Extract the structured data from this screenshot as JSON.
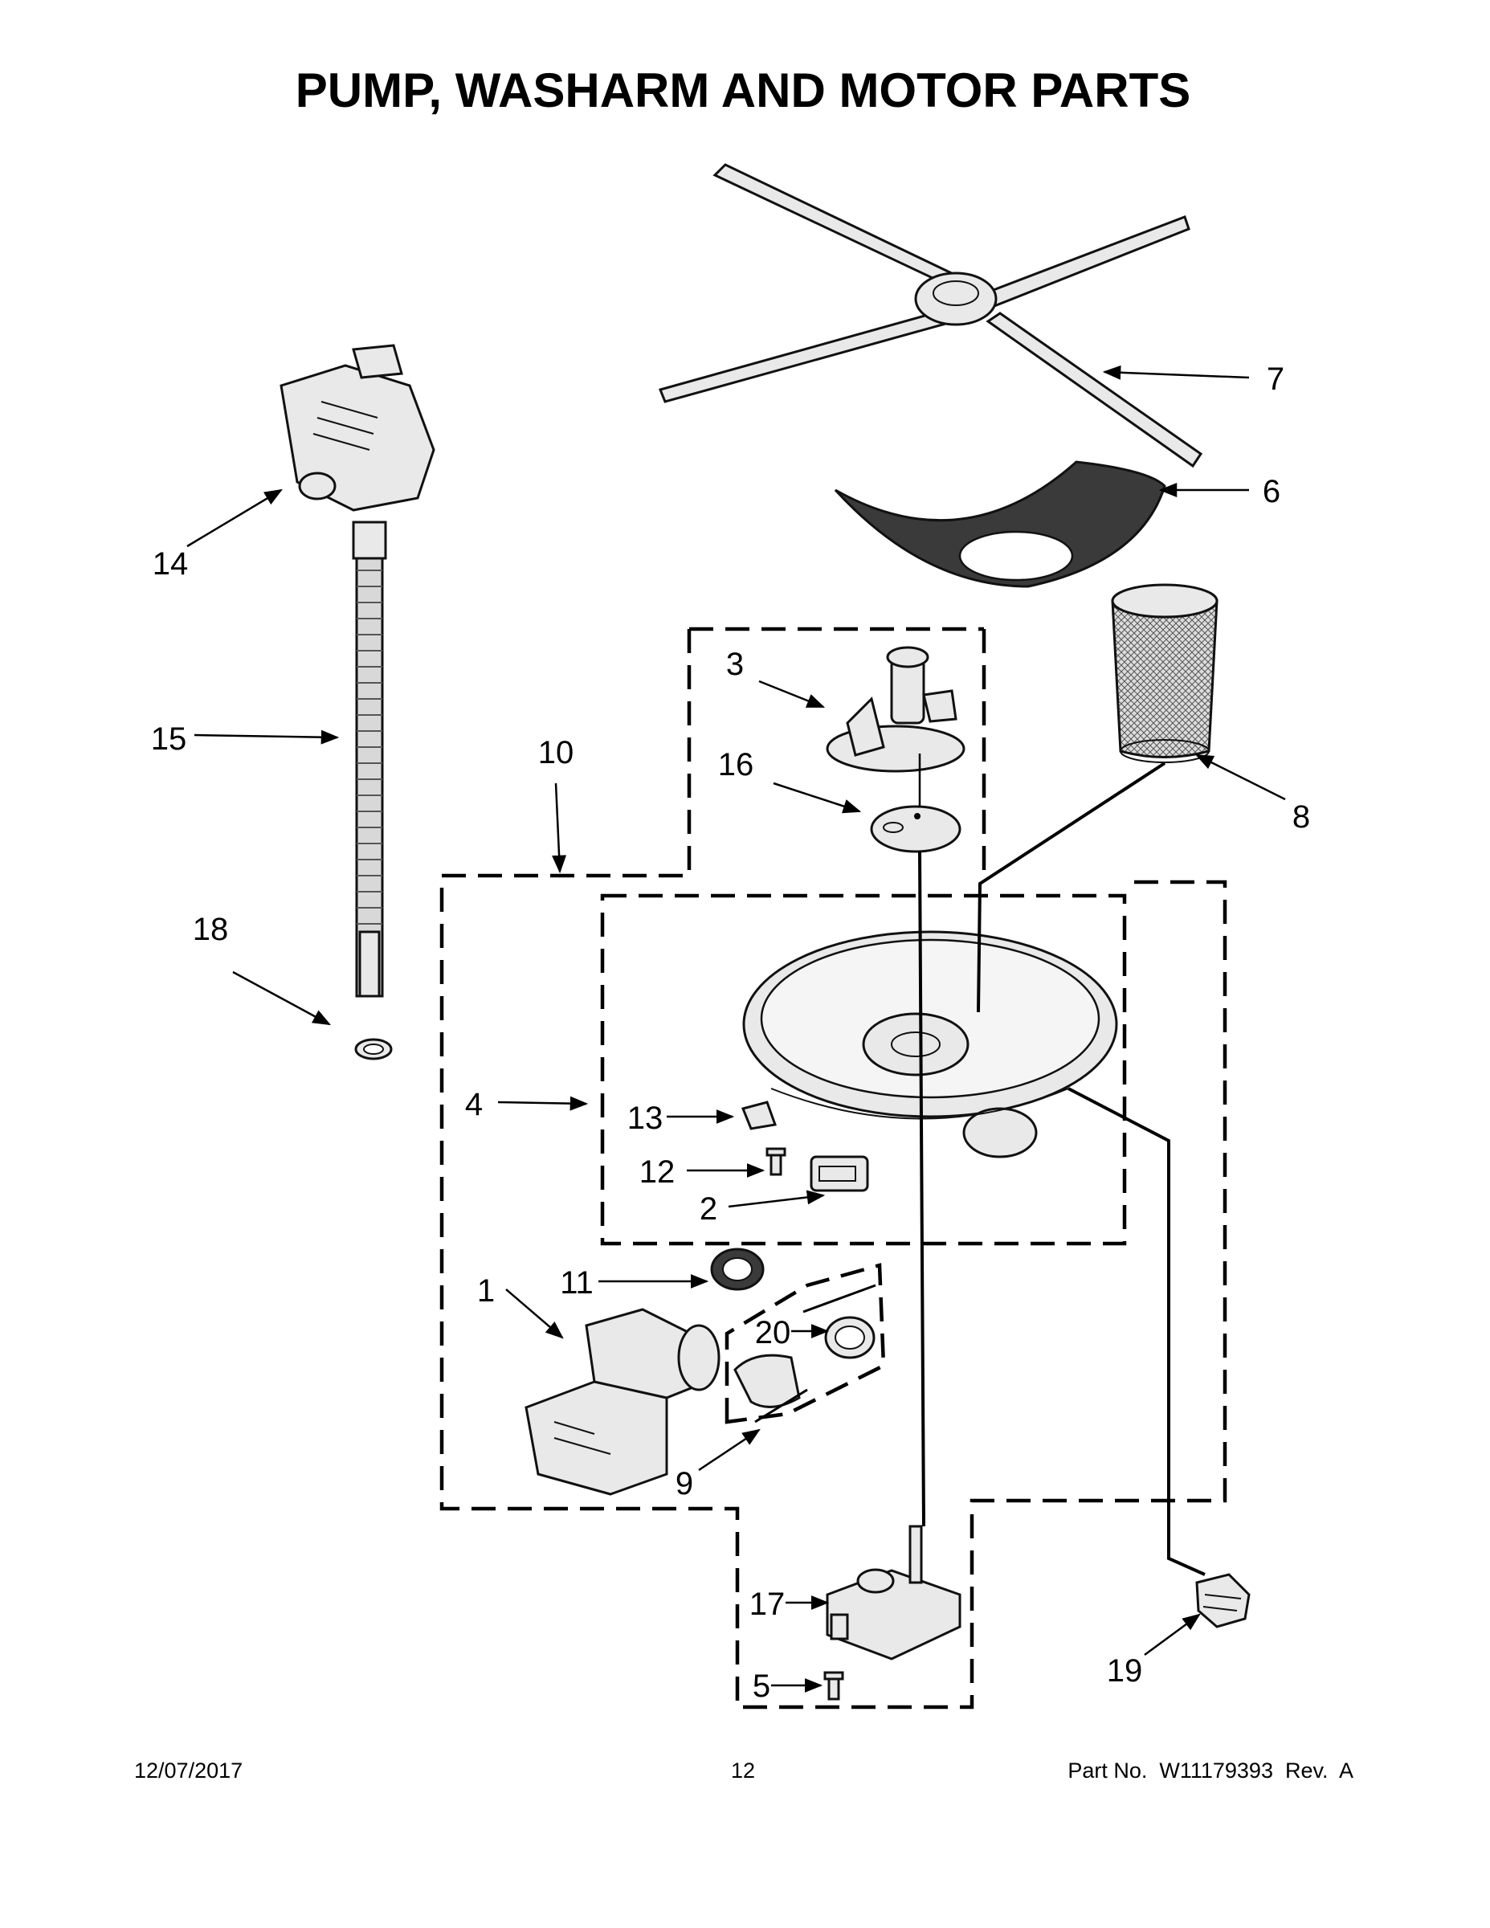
{
  "title": "PUMP, WASHARM AND MOTOR PARTS",
  "callouts": {
    "c1": "1",
    "c2": "2",
    "c3": "3",
    "c4": "4",
    "c5": "5",
    "c6": "6",
    "c7": "7",
    "c8": "8",
    "c9": "9",
    "c10": "10",
    "c11": "11",
    "c12": "12",
    "c13": "13",
    "c14": "14",
    "c15": "15",
    "c16": "16",
    "c17": "17",
    "c18": "18",
    "c19": "19",
    "c20": "20"
  },
  "footer": {
    "date": "12/07/2017",
    "page": "12",
    "part_no": "Part No.  W11179393  Rev.  A"
  }
}
